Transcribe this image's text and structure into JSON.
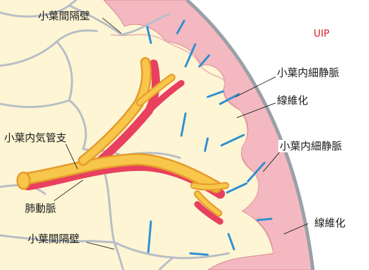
{
  "labels": {
    "interlobular_septum_top": "小葉間隔壁",
    "interlobular_septum_bottom": "小葉間隔壁",
    "lobular_vein_1": "小葉内細静脈",
    "lobular_vein_2": "小葉内細静脈",
    "fibrosis_1": "線維化",
    "fibrosis_2": "線維化",
    "bronchiole": "小葉内気管支",
    "pulmonary_artery": "肺動脈",
    "uip": "UIP"
  },
  "colors": {
    "parenchyma": "#fdf5d4",
    "septum": "#b8bec6",
    "pleura": "#9aa0a8",
    "fibrosis": "#f4b9c0",
    "vein": "#2f8fd0",
    "bronchus": "#f7c64a",
    "bronchus_edge": "#e69a2a",
    "artery": "#e8405e",
    "uip_text": "#e0202a"
  }
}
